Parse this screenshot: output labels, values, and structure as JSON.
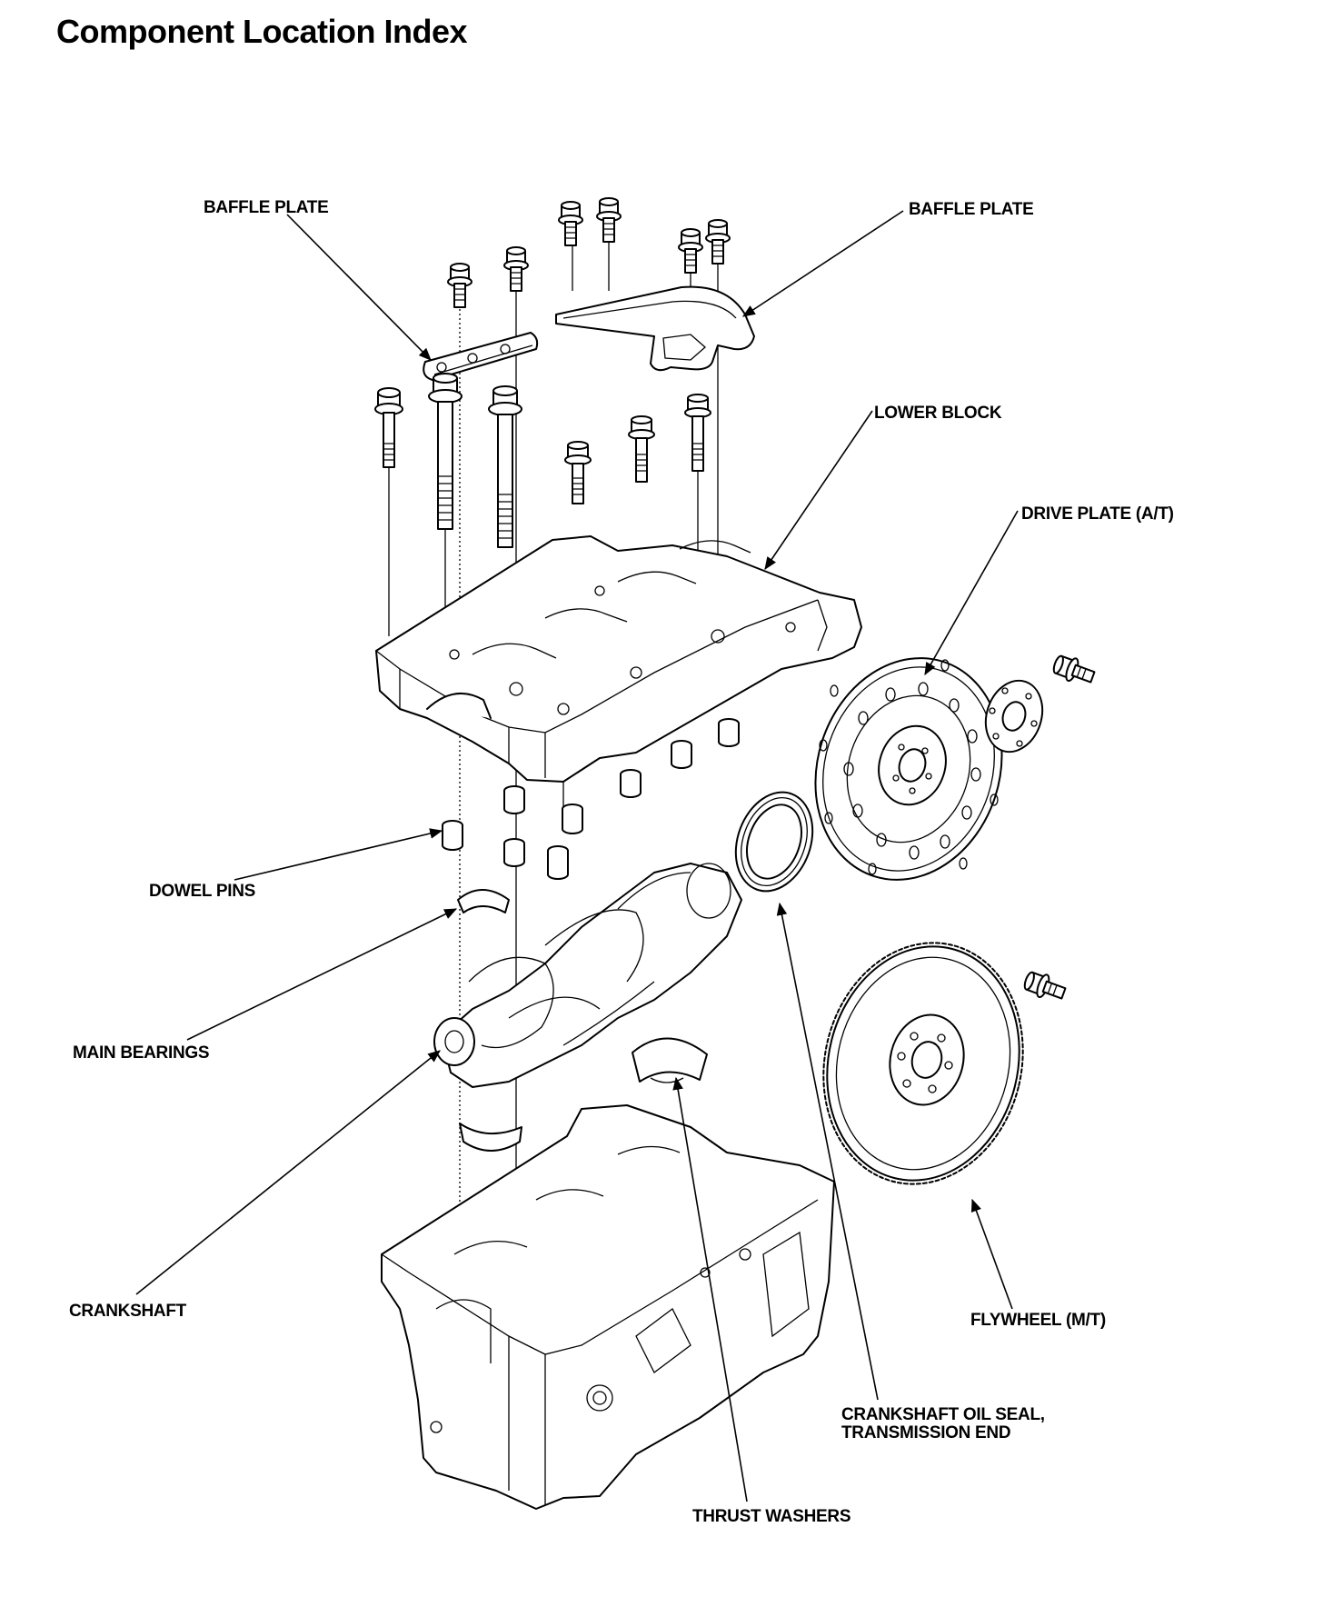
{
  "title": "Component Location Index",
  "labels": {
    "baffle_plate_left": "BAFFLE PLATE",
    "baffle_plate_right": "BAFFLE PLATE",
    "lower_block": "LOWER BLOCK",
    "drive_plate": "DRIVE PLATE (A/T)",
    "dowel_pins": "DOWEL PINS",
    "main_bearings": "MAIN BEARINGS",
    "crankshaft": "CRANKSHAFT",
    "flywheel": "FLYWHEEL (M/T)",
    "oil_seal_line1": "CRANKSHAFT OIL SEAL,",
    "oil_seal_line2": "TRANSMISSION END",
    "thrust_washers": "THRUST WASHERS"
  }
}
